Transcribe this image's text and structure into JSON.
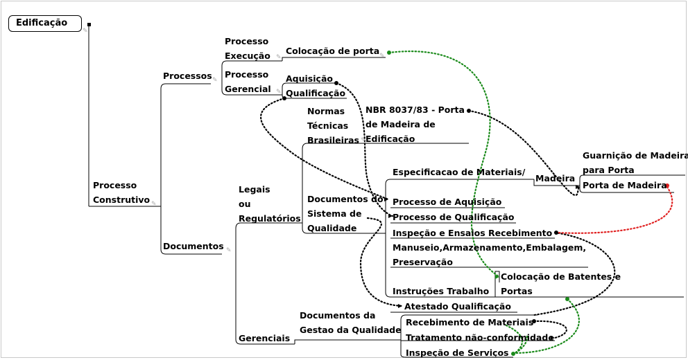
{
  "nodes": {
    "root": "Edificação",
    "processo_construtivo": [
      "Processo",
      "Construtivo"
    ],
    "processos": "Processos",
    "documentos": "Documentos",
    "processo_execucao": [
      "Processo",
      "Execução"
    ],
    "processo_gerencial": [
      "Processo",
      "Gerencial"
    ],
    "colocacao_porta": "Colocação de porta",
    "aquisicao": "Aquisição",
    "qualificacao": "Qualificação",
    "legais": [
      "Legais",
      "ou",
      "Regulatórios"
    ],
    "gerenciais": "Gerenciais",
    "normas": [
      "Normas",
      "Técnicas",
      "Brasileiras"
    ],
    "nbr": [
      "NBR 8037/83 - Porta",
      "de Madeira de",
      "Edificação"
    ],
    "documentos_sistema": [
      "Documentos do",
      "Sistema de",
      "Qualidade"
    ],
    "especificacao": "Especificacao de Materiais/",
    "madeira": "Madeira",
    "guarnicao": [
      "Guarnição de Madeira",
      "para Porta"
    ],
    "porta_madeira": "Porta de Madeira",
    "proc_aquisicao": "Processo de Aquisição",
    "proc_qualificacao": "Processo de Qualificação",
    "inspecao_ensaios": "Inspeção e Ensaios Recebimento",
    "manuseio": [
      "Manuseio,Armazenamento,Embalagem,",
      "Preservação"
    ],
    "instrucoes": "Instruções  Trabalho",
    "colocacao_batentes": [
      "Colocação de Batentes e",
      "Portas"
    ],
    "atestado": "Atestado Qualificação",
    "documentos_gestao": [
      "Documentos da",
      "Gestao da Qualidade"
    ],
    "recebimento": "Recebimento de Materiais",
    "tratamento": "Tratamento não-conformidade",
    "inspecao_servicos": "Inspeção de Serviços"
  },
  "colors": {
    "tree_line": "#000000",
    "relation_black": "#000000",
    "relation_green": "#1a8a1a",
    "relation_red": "#e02020",
    "icon": "#aaaaaa"
  },
  "icon_names": [
    "note-icon",
    "collapse-handle-icon"
  ]
}
